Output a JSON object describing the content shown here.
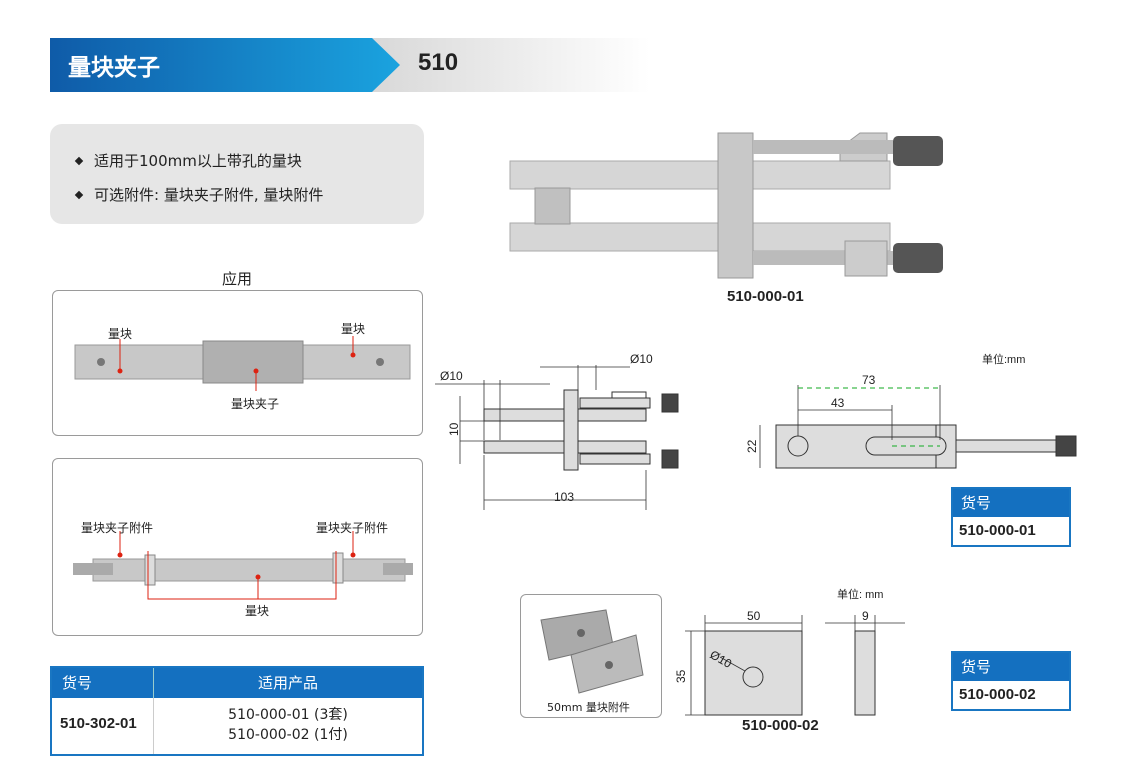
{
  "header": {
    "title": "量块夹子",
    "code": "510",
    "colors": {
      "banner_blue": "#1470c0",
      "light": "#e0e0e0"
    }
  },
  "features": [
    "适用于100mm以上带孔的量块",
    "可选附件: 量块夹子附件, 量块附件"
  ],
  "application": {
    "title": "应用",
    "panel1": {
      "label_left": "量块",
      "label_right": "量块",
      "label_bottom": "量块夹子"
    },
    "panel2": {
      "label_left": "量块夹子附件",
      "label_right": "量块夹子附件",
      "label_bottom": "量块"
    }
  },
  "accessory_table": {
    "headers": [
      "货号",
      "适用产品"
    ],
    "rows": [
      {
        "code": "510-302-01",
        "products": [
          "510-000-01 (3套)",
          "510-000-02 (1付)"
        ]
      }
    ]
  },
  "product1": {
    "caption": "510-000-01",
    "unit": "单位:mm",
    "dims": {
      "dia1": "Ø10",
      "dia2": "Ø10",
      "gap": "10",
      "length": "103",
      "d73": "73",
      "d43": "43",
      "h22": "22"
    },
    "table": {
      "header": "货号",
      "code": "510-000-01"
    }
  },
  "product2": {
    "caption": "510-000-02",
    "unit": "单位: mm",
    "photo_caption": "50mm 量块附件",
    "dims": {
      "w": "50",
      "h": "35",
      "t": "9",
      "dia": "Ø10"
    },
    "table": {
      "header": "货号",
      "code": "510-000-02"
    }
  }
}
